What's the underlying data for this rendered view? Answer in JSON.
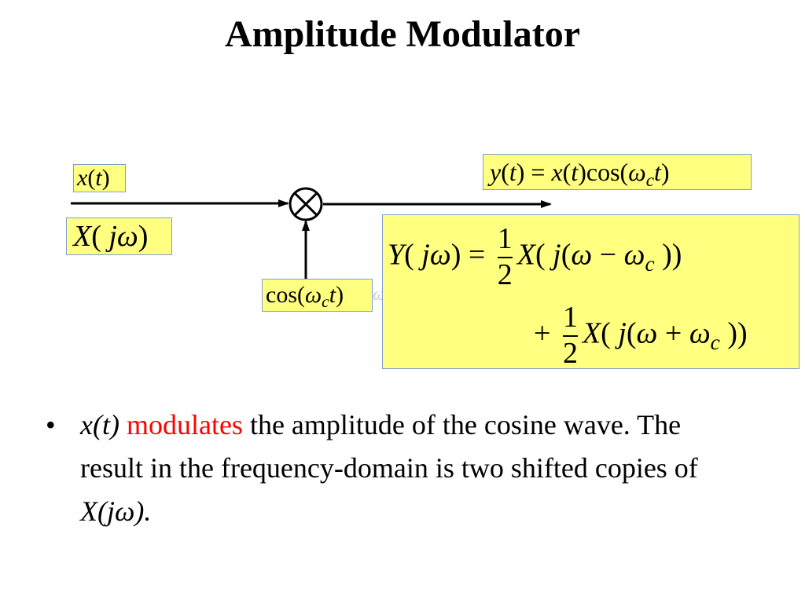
{
  "slide": {
    "title": "Amplitude Modulator"
  },
  "diagram": {
    "input_time_label": {
      "fn": "x",
      "open": "(",
      "var": "t",
      "close": ")"
    },
    "input_freq_label": {
      "fn": "X",
      "open": "( ",
      "var": "jω",
      "close": ")"
    },
    "carrier_label": {
      "fn": "cos(",
      "omega": "ω",
      "sub": "c",
      "var": "t",
      "close": ")"
    },
    "output_time_label": {
      "lhs": "y",
      "lhs_open": "(",
      "lhs_var": "t",
      "lhs_close": ")",
      "eq": " = ",
      "x": "x",
      "x_open": "(",
      "x_var": "t",
      "x_close": ")",
      "cos": "cos(",
      "omega": "ω",
      "sub": "c",
      "var": "t",
      "close": ")"
    },
    "output_freq_equation": {
      "lhs_fn": "Y",
      "lhs_open": "( ",
      "lhs_var": "jω",
      "lhs_close": ") = ",
      "num": "1",
      "den": "2",
      "line1_fn": "X",
      "line1_open": "( ",
      "line1_j": "j",
      "line1_paren": "(",
      "line1_omega": "ω",
      "line1_op": " − ",
      "line1_omega_c": "ω",
      "line1_sub": "c",
      "line1_close": " ))",
      "plus": "+ ",
      "line2_fn": "X",
      "line2_open": "( ",
      "line2_j": "j",
      "line2_paren": "(",
      "line2_omega": "ω",
      "line2_op": " + ",
      "line2_omega_c": "ω",
      "line2_sub": "c",
      "line2_close": " ))"
    },
    "ghost_text": "ω",
    "colors": {
      "box_fill": "#ffff80",
      "box_border": "#7f9fd0"
    }
  },
  "bullet": {
    "marker": "•",
    "term": "x(t)",
    "highlight": "modulates",
    "text1": " the amplitude of the cosine wave.  The result in the frequency-domain is two shifted copies of ",
    "term2": "X(jω).",
    "highlight_color": "#ff0000"
  }
}
